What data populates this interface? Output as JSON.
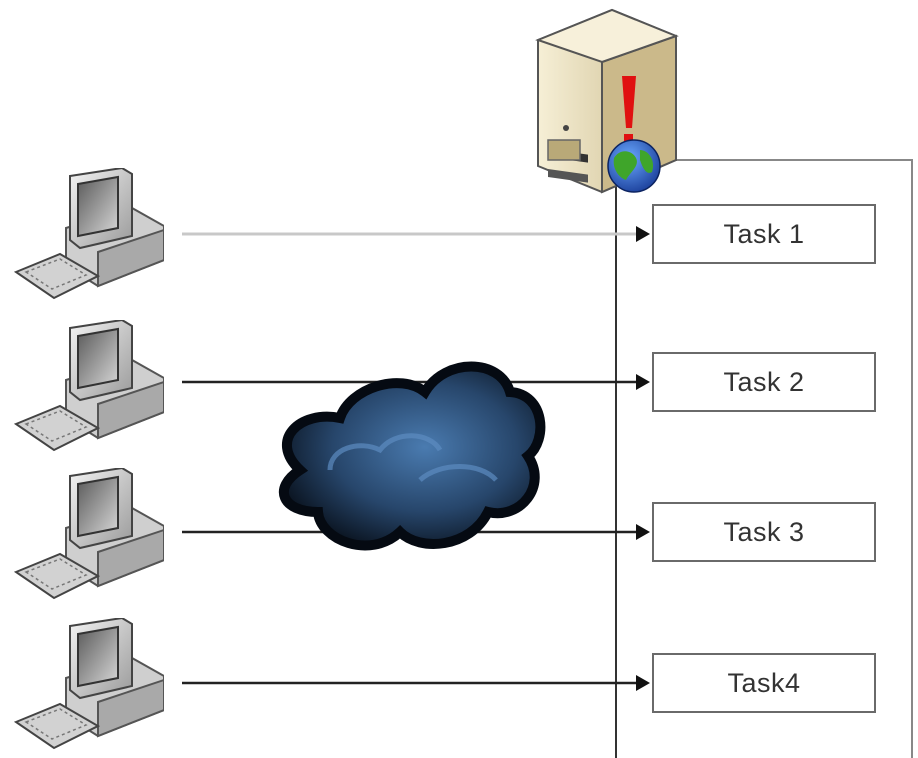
{
  "tasks": [
    {
      "label": "Task 1"
    },
    {
      "label": "Task 2"
    },
    {
      "label": "Task 3"
    },
    {
      "label": "Task4"
    }
  ],
  "icons": {
    "client": "desktop-computer-icon",
    "server": "server-tower-icon",
    "alert": "exclamation-mark-icon",
    "globe": "globe-icon",
    "network": "network-cloud-icon"
  },
  "colors": {
    "line": "#222222",
    "first_line": "#bdbdbd",
    "box_border": "#6a6a6a",
    "cloud_dark": "#0e1a2a",
    "cloud_light": "#3f6a97",
    "alert": "#e01010",
    "server_body": "#e8dcb4"
  }
}
